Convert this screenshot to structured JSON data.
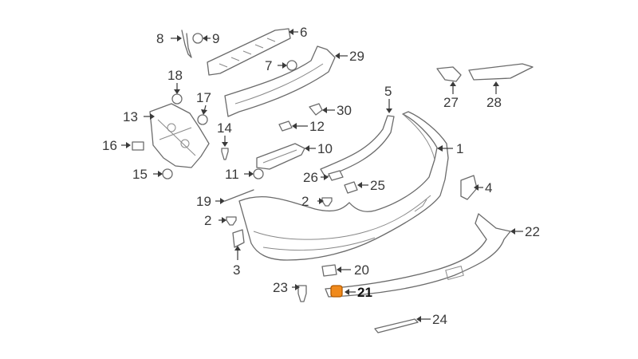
{
  "callouts": [
    {
      "id": "1",
      "label": "1"
    },
    {
      "id": "2a",
      "label": "2"
    },
    {
      "id": "2b",
      "label": "2"
    },
    {
      "id": "3",
      "label": "3"
    },
    {
      "id": "4",
      "label": "4"
    },
    {
      "id": "5",
      "label": "5"
    },
    {
      "id": "6",
      "label": "6"
    },
    {
      "id": "7",
      "label": "7"
    },
    {
      "id": "8",
      "label": "8"
    },
    {
      "id": "9",
      "label": "9"
    },
    {
      "id": "10",
      "label": "10"
    },
    {
      "id": "11",
      "label": "11"
    },
    {
      "id": "12",
      "label": "12"
    },
    {
      "id": "13",
      "label": "13"
    },
    {
      "id": "14",
      "label": "14"
    },
    {
      "id": "15",
      "label": "15"
    },
    {
      "id": "16",
      "label": "16"
    },
    {
      "id": "17",
      "label": "17"
    },
    {
      "id": "18",
      "label": "18"
    },
    {
      "id": "19",
      "label": "19"
    },
    {
      "id": "20",
      "label": "20"
    },
    {
      "id": "21",
      "label": "21",
      "highlighted": true
    },
    {
      "id": "22",
      "label": "22"
    },
    {
      "id": "23",
      "label": "23"
    },
    {
      "id": "24",
      "label": "24"
    },
    {
      "id": "25",
      "label": "25"
    },
    {
      "id": "26",
      "label": "26"
    },
    {
      "id": "27",
      "label": "27"
    },
    {
      "id": "28",
      "label": "28"
    },
    {
      "id": "29",
      "label": "29"
    },
    {
      "id": "30",
      "label": "30"
    }
  ],
  "colors": {
    "line": "#6b6b6b",
    "text": "#3a3a3a",
    "highlight_fill": "#f08a1c",
    "highlight_stroke": "#b35a00"
  }
}
